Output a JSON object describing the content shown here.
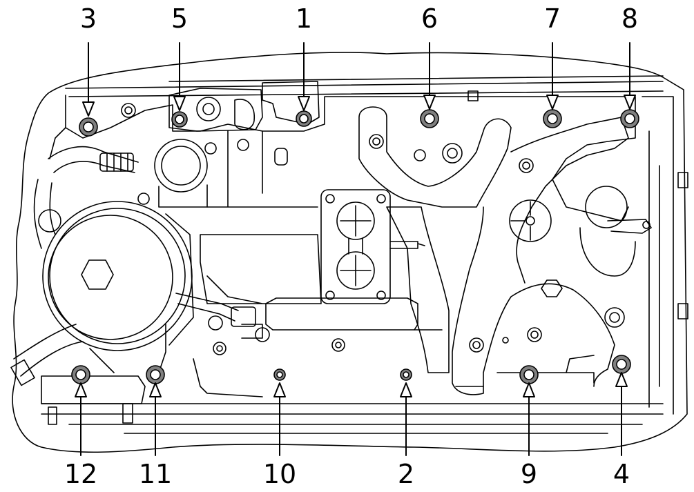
{
  "figure": {
    "top_callouts": [
      {
        "label": "3"
      },
      {
        "label": "5"
      },
      {
        "label": "1"
      },
      {
        "label": "6"
      },
      {
        "label": "7"
      },
      {
        "label": "8"
      }
    ],
    "bottom_callouts": [
      {
        "label": "12"
      },
      {
        "label": "11"
      },
      {
        "label": "10"
      },
      {
        "label": "2"
      },
      {
        "label": "9"
      },
      {
        "label": "4"
      }
    ]
  },
  "colors": {
    "line": "#000000",
    "background": "#ffffff",
    "nut_fill": "#808080"
  }
}
